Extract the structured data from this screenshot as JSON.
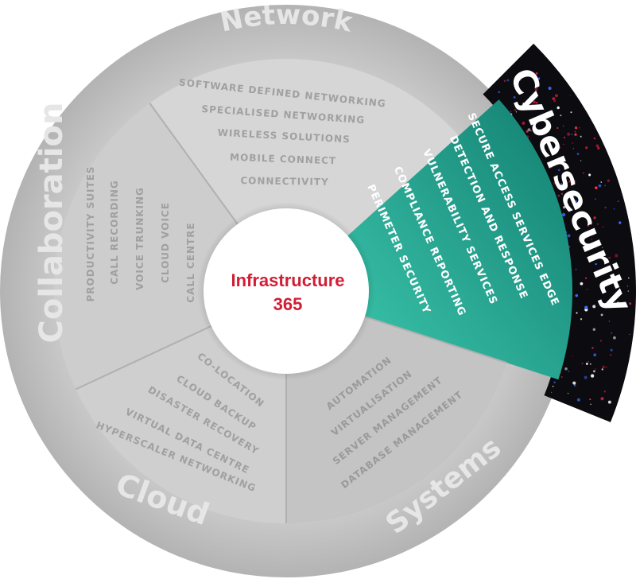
{
  "center": {
    "line1": "Infrastructure",
    "line2": "365"
  },
  "colors": {
    "brand_red": "#d11e35",
    "teal_dark": "#168c7c",
    "teal_light": "#33bea5",
    "grey_ring": "#bfbfbf",
    "grey_sector": "#cbcbcb",
    "grey_text": "#9a9a9a",
    "band_black": "#0a0a0e"
  },
  "segments": {
    "network": {
      "ring_label": "Network",
      "items": [
        "SOFTWARE DEFINED NETWORKING",
        "SPECIALISED NETWORKING",
        "WIRELESS SOLUTIONS",
        "MOBILE CONNECT",
        "CONNECTIVITY"
      ]
    },
    "cybersecurity": {
      "ring_label": "Cybersecurity",
      "items": [
        "SECURE ACCESS SERVICES EDGE",
        "DETECTION AND RESPONSE",
        "VULNERABILITY SERVICES",
        "COMPLIANCE  REPORTING",
        "PERIMETER SECURITY"
      ]
    },
    "systems": {
      "ring_label": "Systems",
      "items": [
        "AUTOMATION",
        "VIRTUALISATION",
        "SERVER MANAGEMENT",
        "DATABASE MANAGEMENT"
      ]
    },
    "cloud": {
      "ring_label": "Cloud",
      "items": [
        "CO-LOCATION",
        "CLOUD BACKUP",
        "DISASTER RECOVERY",
        "VIRTUAL DATA CENTRE",
        "HYPERSCALER NETWORKING"
      ]
    },
    "collaboration": {
      "ring_label": "Collaboration",
      "items": [
        "PRODUCTIVITY SUITES",
        "CALL RECORDING",
        "VOICE TRUNKING",
        "CLOUD VOICE",
        "CALL CENTRE"
      ]
    }
  }
}
